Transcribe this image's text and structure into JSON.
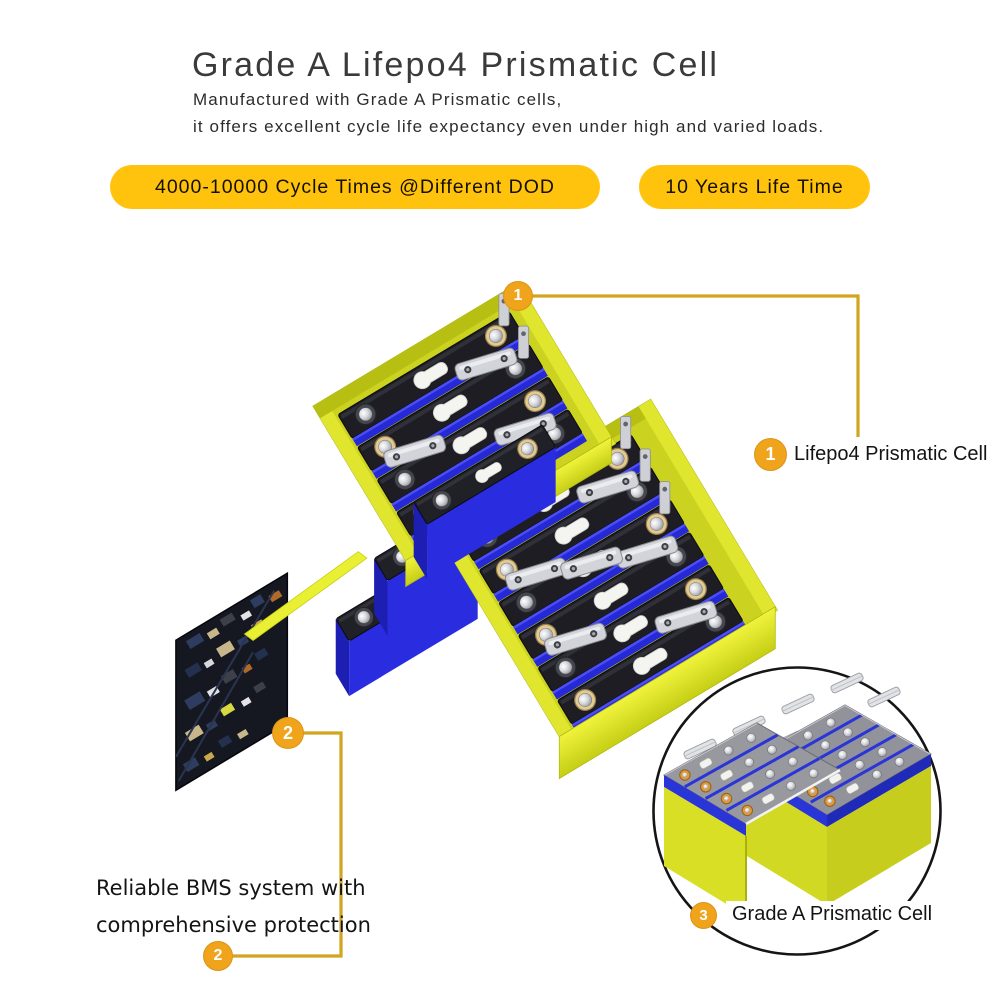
{
  "header": {
    "title": "Grade A Lifepo4 Prismatic Cell",
    "subtitle_line1": "Manufactured with Grade A Prismatic cells,",
    "subtitle_line2": "it offers excellent cycle life expectancy even under high and varied loads."
  },
  "badges": [
    {
      "label": "4000-10000 Cycle Times @Different DOD"
    },
    {
      "label": "10 Years Life Time"
    }
  ],
  "callouts": [
    {
      "number": "1",
      "label": "Lifepo4 Prismatic Cell"
    },
    {
      "number": "2",
      "label_line1": "Reliable BMS system with",
      "label_line2": "comprehensive protection"
    },
    {
      "number": "3",
      "label": "Grade A Prismatic Cell"
    }
  ],
  "illustration": {
    "main": "exploded-lifepo4-battery-pack-with-bms-board",
    "inset": "assembled-grade-a-prismatic-cell-pack-in-circle"
  },
  "colors": {
    "badge_yellow": "#FFC30D",
    "marker_orange": "#F0A41C",
    "leader_line_gold": "#D2A51E",
    "cell_blue": "#2A2CE0",
    "cell_top_black": "#1D1D23",
    "case_yellow": "#CBD320",
    "title_text": "#3A3A3A",
    "body_text": "#141414"
  }
}
